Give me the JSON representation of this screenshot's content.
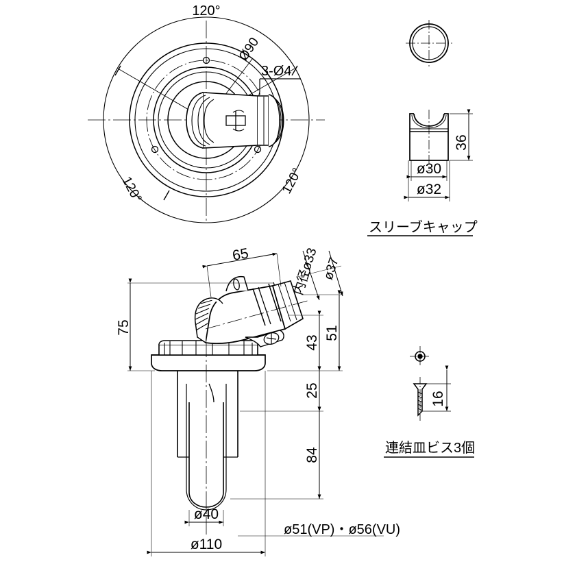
{
  "drawing": {
    "background": "#ffffff",
    "line_color": "#000000",
    "views": {
      "top_view": {
        "name": "plan-view",
        "labels": {
          "angle_top": "120°",
          "angle_left": "120°",
          "angle_right": "120°",
          "bolt_circle": "Ø90",
          "holes": "3-Ø4"
        }
      },
      "sleeve_cap": {
        "name": "sleeve-cap-detail",
        "caption": "スリーブキャップ",
        "labels": {
          "height": "36",
          "inner_dia": "ø30",
          "outer_dia": "ø32"
        }
      },
      "screw": {
        "name": "screw-detail",
        "caption": "連結皿ビス3個",
        "labels": {
          "length": "16"
        }
      },
      "side_view": {
        "name": "elevation-view",
        "labels": {
          "spout_length": "65",
          "overall_height": "75",
          "inner_dia_33": "内径ø33",
          "outer_dia_37": "ø37",
          "height_51": "51",
          "height_43": "43",
          "height_25": "25",
          "height_84": "84",
          "bore_40": "ø40",
          "flange_110": "ø110",
          "pipe_spec": "ø51(VP)・ø56(VU)"
        }
      }
    }
  }
}
